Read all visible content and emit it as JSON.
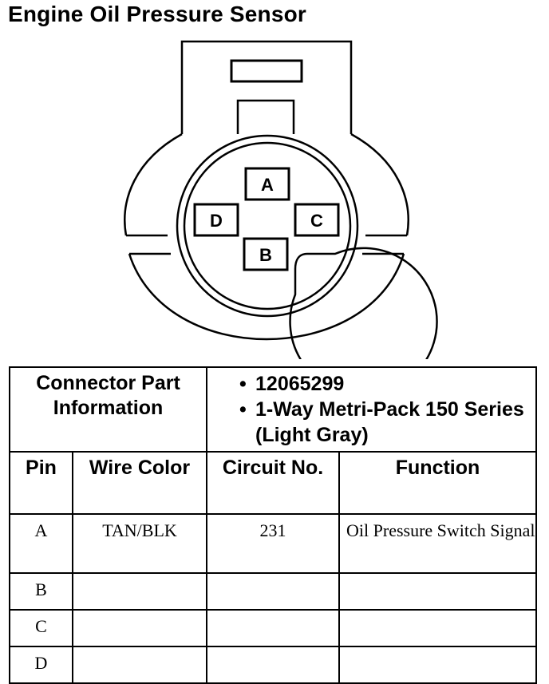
{
  "title": "Engine Oil Pressure Sensor",
  "connector": {
    "pins": [
      "A",
      "B",
      "C",
      "D"
    ]
  },
  "part_info": {
    "label": "Connector Part Information",
    "items": [
      "12065299",
      "1-Way Metri-Pack 150 Series (Light Gray)"
    ]
  },
  "table": {
    "headers": [
      "Pin",
      "Wire Color",
      "Circuit No.",
      "Function"
    ],
    "rows": [
      {
        "pin": "A",
        "wire_color": "TAN/BLK",
        "circuit": "231",
        "function": "Oil Pressure Switch Signal"
      },
      {
        "pin": "B",
        "wire_color": "",
        "circuit": "",
        "function": ""
      },
      {
        "pin": "C",
        "wire_color": "",
        "circuit": "",
        "function": ""
      },
      {
        "pin": "D",
        "wire_color": "",
        "circuit": "",
        "function": ""
      }
    ]
  }
}
